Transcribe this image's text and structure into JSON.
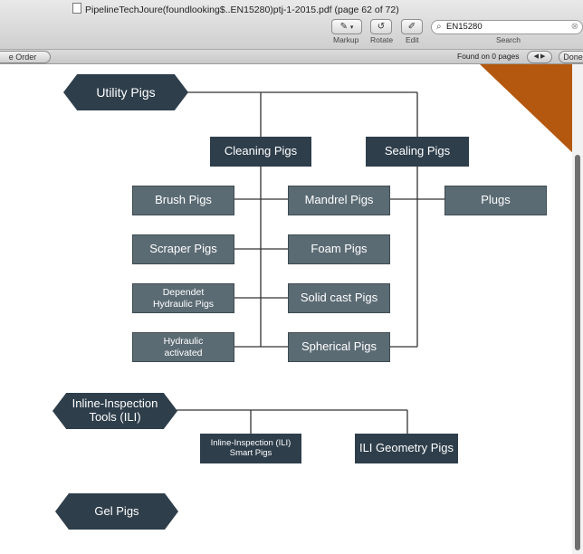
{
  "window": {
    "title": "PipelineTechJoure(foundlooking$..EN15280)ptj-1-2015.pdf (page 62 of 72)"
  },
  "toolbar": {
    "markup_label": "Markup",
    "rotate_label": "Rotate",
    "edit_label": "Edit",
    "search_label": "Search",
    "search_value": "EN15280"
  },
  "findbar": {
    "page_order_label": "e Order",
    "found_text": "Found on 0 pages",
    "done_label": "Done"
  },
  "colors": {
    "dark_node": "#2e3e4b",
    "gray_node": "#5b6b74",
    "accent_corner": "#b4580f",
    "line": "#333333"
  },
  "diagram": {
    "utility": "Utility Pigs",
    "cleaning": "Cleaning Pigs",
    "sealing": "Sealing Pigs",
    "brush": "Brush Pigs",
    "scraper": "Scraper Pigs",
    "dependet_line1": "Dependet",
    "dependet_line2": "Hydraulic Pigs",
    "hydraulic_line1": "Hydraulic",
    "hydraulic_line2": "activated",
    "mandrel": "Mandrel Pigs",
    "foam": "Foam Pigs",
    "solid_cast": "Solid cast Pigs",
    "spherical": "Spherical Pigs",
    "plugs": "Plugs",
    "ili_line1": "Inline-Inspection",
    "ili_line2": "Tools (ILI)",
    "smart_line1": "Inline-Inspection (ILI)",
    "smart_line2": "Smart Pigs",
    "geometry": "ILI Geometry Pigs",
    "gel": "Gel Pigs"
  }
}
